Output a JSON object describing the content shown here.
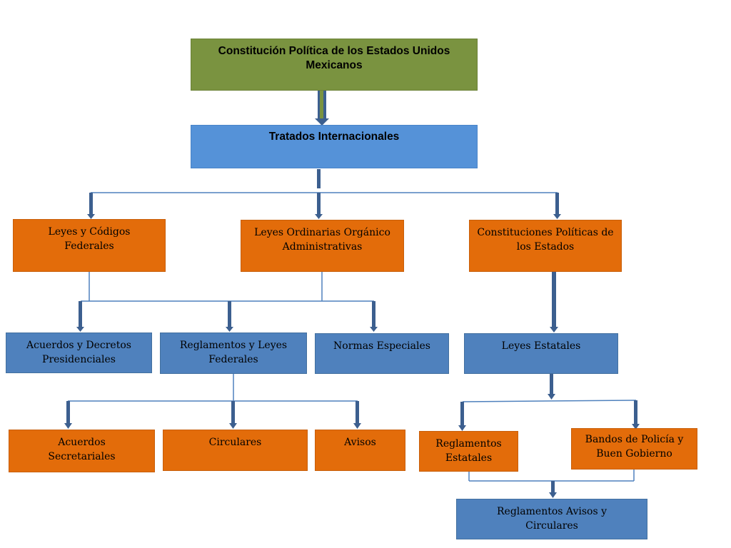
{
  "boxes": {
    "constitucion": "Constitución Política de los Estados Unidos Mexicanos",
    "tratados": "Tratados Internacionales",
    "leyes_codigos": "Leyes y Códigos Federales",
    "leyes_ordinarias": "Leyes Ordinarias Orgánico Administrativas",
    "constituciones_estados": "Constituciones Políticas de los Estados",
    "acuerdos_decretos": "Acuerdos y Decretos Presidenciales",
    "reglamentos_leyes_federales": "Reglamentos y Leyes Federales",
    "normas_especiales": "Normas Especiales",
    "leyes_estatales": "Leyes Estatales",
    "acuerdos_secretariales": "Acuerdos Secretariales",
    "circulares": "Circulares",
    "avisos": "Avisos",
    "reglamentos_estatales": "Reglamentos Estatales",
    "bandos_policia": "Bandos de Policía y Buen Gobierno",
    "reglamentos_avisos_circulares": "Reglamentos Avisos y Circulares"
  },
  "colors": {
    "green": "#7a9340",
    "light_blue": "#5592d8",
    "steel_blue": "#4f81bd",
    "orange": "#e36c0a",
    "arrow": "#3c5f8f",
    "connector": "#4f81bd"
  }
}
